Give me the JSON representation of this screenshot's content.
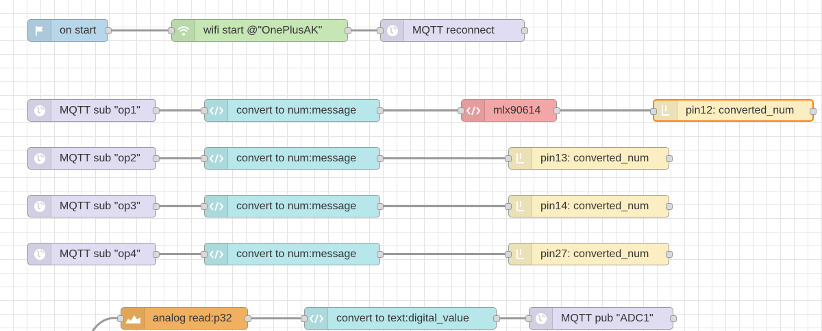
{
  "colors": {
    "wire": "#999999",
    "selected_outline": "#ff7f0e",
    "mqtt": "#e0dcf2",
    "function": "#b7e7ea",
    "wifi": "#c6e6b5",
    "inject": "#b7d6ea",
    "gpio": "#fbeec2",
    "mlx": "#f3a6a6",
    "analog": "#f0b060"
  },
  "nodes": [
    {
      "id": "on_start",
      "label": "on start",
      "icon": "flag-icon",
      "color": "inject",
      "in": false,
      "out": true
    },
    {
      "id": "wifi_start",
      "label": "wifi start @\"OnePlusAK\"",
      "icon": "wifi-icon",
      "color": "wifi",
      "in": true,
      "out": true
    },
    {
      "id": "mqtt_reconnect",
      "label": "MQTT reconnect",
      "icon": "globe-icon",
      "color": "mqtt",
      "in": true,
      "out": true
    },
    {
      "id": "sub_op1",
      "label": "MQTT sub \"op1\"",
      "icon": "globe-icon",
      "color": "mqtt",
      "in": false,
      "out": true
    },
    {
      "id": "conv1",
      "label": "convert to num:message",
      "icon": "code-icon",
      "color": "function",
      "in": true,
      "out": true
    },
    {
      "id": "mlx",
      "label": "mlx90614",
      "icon": "code-icon",
      "color": "mlx",
      "in": true,
      "out": true
    },
    {
      "id": "pin12",
      "label": "pin12: converted_num",
      "icon": "pin-icon",
      "color": "gpio",
      "in": true,
      "out": true,
      "selected": true
    },
    {
      "id": "sub_op2",
      "label": "MQTT sub \"op2\"",
      "icon": "globe-icon",
      "color": "mqtt",
      "in": false,
      "out": true
    },
    {
      "id": "conv2",
      "label": "convert to num:message",
      "icon": "code-icon",
      "color": "function",
      "in": true,
      "out": true
    },
    {
      "id": "pin13",
      "label": "pin13: converted_num",
      "icon": "pin-icon",
      "color": "gpio",
      "in": true,
      "out": true
    },
    {
      "id": "sub_op3",
      "label": "MQTT sub \"op3\"",
      "icon": "globe-icon",
      "color": "mqtt",
      "in": false,
      "out": true
    },
    {
      "id": "conv3",
      "label": "convert to num:message",
      "icon": "code-icon",
      "color": "function",
      "in": true,
      "out": true
    },
    {
      "id": "pin14",
      "label": "pin14: converted_num",
      "icon": "pin-icon",
      "color": "gpio",
      "in": true,
      "out": true
    },
    {
      "id": "sub_op4",
      "label": "MQTT sub \"op4\"",
      "icon": "globe-icon",
      "color": "mqtt",
      "in": false,
      "out": true
    },
    {
      "id": "conv4",
      "label": "convert to num:message",
      "icon": "code-icon",
      "color": "function",
      "in": true,
      "out": true
    },
    {
      "id": "pin27",
      "label": "pin27: converted_num",
      "icon": "pin-icon",
      "color": "gpio",
      "in": true,
      "out": true
    },
    {
      "id": "analog",
      "label": "analog read:p32",
      "icon": "analog-icon",
      "color": "analog",
      "in": true,
      "out": true
    },
    {
      "id": "conv_text",
      "label": "convert to text:digital_value",
      "icon": "code-icon",
      "color": "function",
      "in": true,
      "out": true
    },
    {
      "id": "pub_adc1",
      "label": "MQTT pub \"ADC1\"",
      "icon": "globe-icon",
      "color": "mqtt",
      "in": true,
      "out": true
    }
  ],
  "wires": [
    [
      "on_start",
      "wifi_start"
    ],
    [
      "wifi_start",
      "mqtt_reconnect"
    ],
    [
      "sub_op1",
      "conv1"
    ],
    [
      "conv1",
      "mlx"
    ],
    [
      "mlx",
      "pin12"
    ],
    [
      "sub_op2",
      "conv2"
    ],
    [
      "conv2",
      "pin13"
    ],
    [
      "sub_op3",
      "conv3"
    ],
    [
      "conv3",
      "pin14"
    ],
    [
      "sub_op4",
      "conv4"
    ],
    [
      "conv4",
      "pin27"
    ],
    [
      "analog",
      "conv_text"
    ],
    [
      "conv_text",
      "pub_adc1"
    ]
  ]
}
